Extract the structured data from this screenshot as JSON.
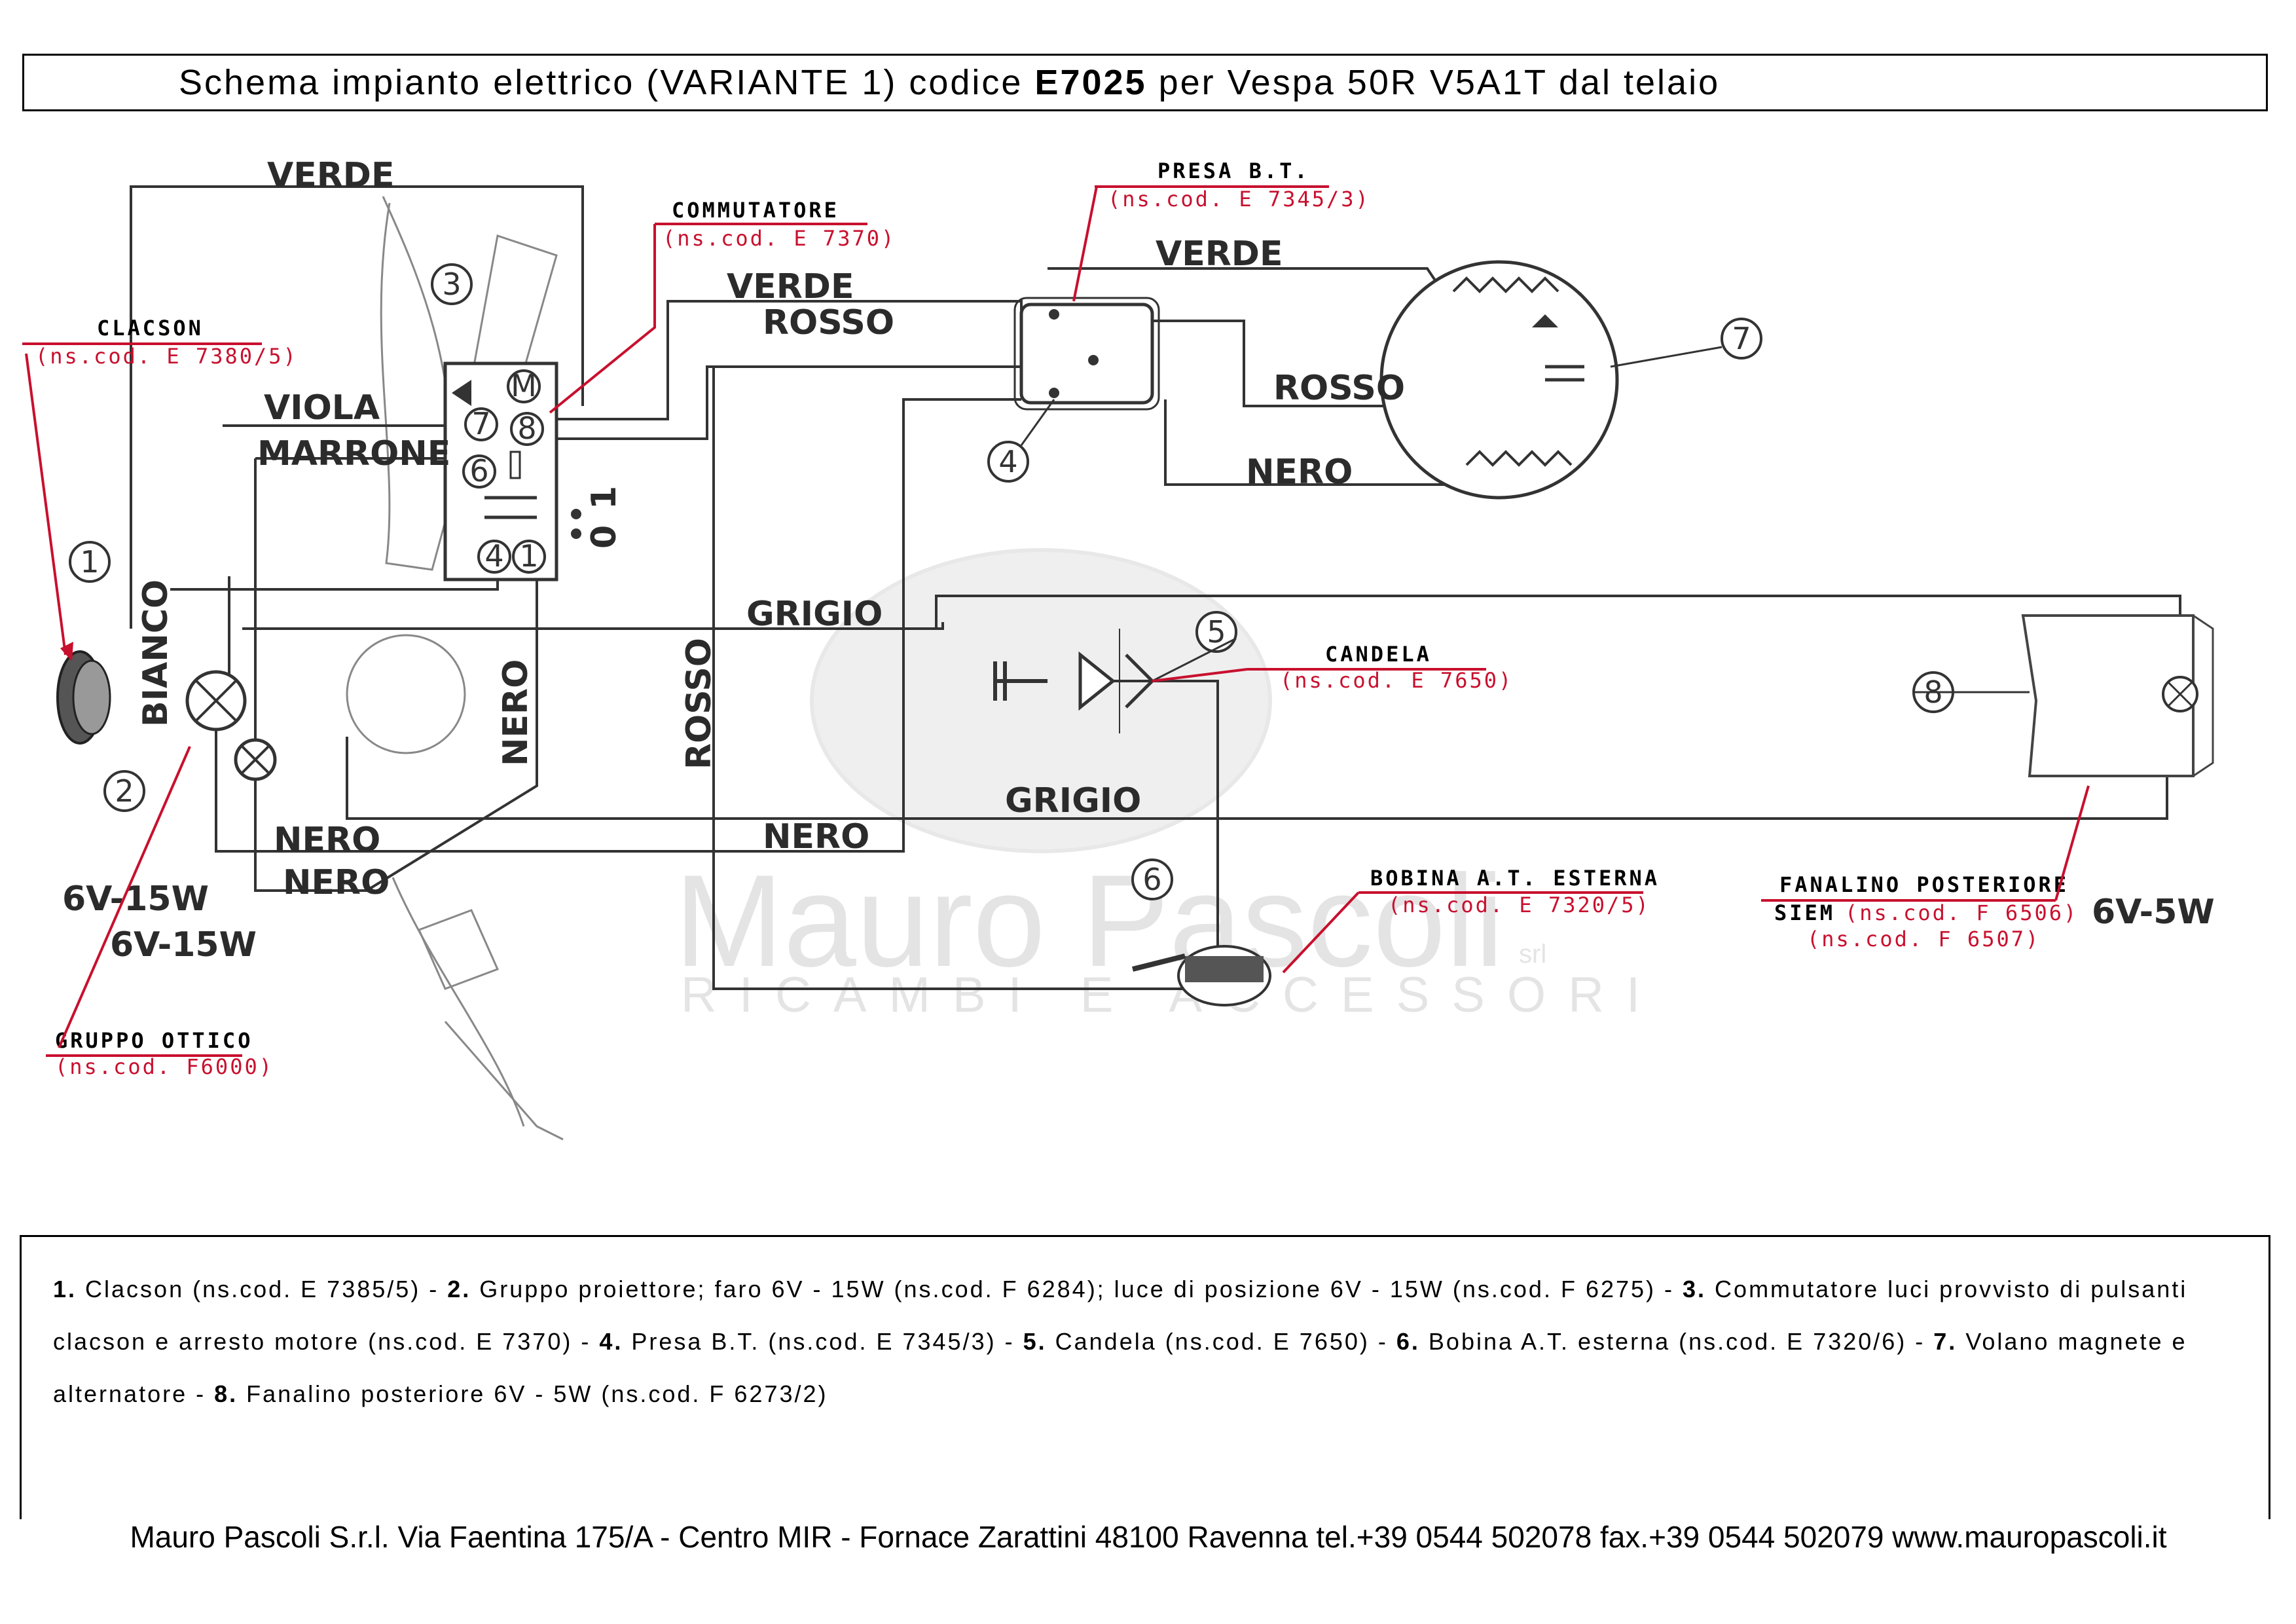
{
  "title": {
    "prefix": "Schema impianto elettrico (VARIANTE 1) codice ",
    "code": "E7025",
    "suffix": " per Vespa 50R V5A1T dal telaio"
  },
  "wire_labels": {
    "verde_top": "VERDE",
    "verde_mid": "VERDE",
    "verde_right": "VERDE",
    "rosso_mid": "ROSSO",
    "rosso_right": "ROSSO",
    "rosso_vertical": "ROSSO",
    "viola": "VIOLA",
    "marrone": "MARRONE",
    "nero_right": "NERO",
    "nero_vertical": "NERO",
    "nero_1": "NERO",
    "nero_2": "NERO",
    "nero_3": "NERO",
    "grigio_1": "GRIGIO",
    "grigio_2": "GRIGIO",
    "bianco": "BIANCO",
    "v15w_1": "6V-15W",
    "v15w_2": "6V-15W",
    "v5w": "6V-5W",
    "commutatore_on": "1",
    "commutatore_off": "0"
  },
  "callouts": {
    "clacson": {
      "name": "CLACSON",
      "code": "(ns.cod. E 7380/5)"
    },
    "commutatore": {
      "name": "COMMUTATORE",
      "code": "(ns.cod. E 7370)"
    },
    "presa_bt": {
      "name": "PRESA B.T.",
      "code": "(ns.cod. E 7345/3)"
    },
    "candela": {
      "name": "CANDELA",
      "code": "(ns.cod. E 7650)"
    },
    "bobina": {
      "name": "BOBINA A.T. ESTERNA",
      "code": "(ns.cod. E 7320/5)"
    },
    "gruppo_ottico": {
      "name": "GRUPPO OTTICO",
      "code": "(ns.cod. F6000)"
    },
    "fanalino": {
      "name": "FANALINO POSTERIORE",
      "siem": "SIEM",
      "code1": "(ns.cod. F 6506)",
      "code2": "(ns.cod. F 6507)"
    }
  },
  "markers": [
    "1",
    "2",
    "3",
    "4",
    "5",
    "6",
    "7",
    "8"
  ],
  "commutatore_terminals": [
    "M",
    "7",
    "8",
    "6",
    "4",
    "1"
  ],
  "legend": [
    {
      "num": "1.",
      "text": " Clacson (ns.cod. E 7385/5) - "
    },
    {
      "num": "2.",
      "text": " Gruppo proiettore; faro 6V - 15W (ns.cod. F 6284); luce di posizione 6V - 15W (ns.cod. F 6275) - "
    },
    {
      "num": "3.",
      "text": " Commutatore luci provvisto di pulsanti clacson e arresto motore (ns.cod. E 7370) - "
    },
    {
      "num": "4.",
      "text": " Presa B.T. (ns.cod. E 7345/3) - "
    },
    {
      "num": "5.",
      "text": " Candela (ns.cod. E 7650) - "
    },
    {
      "num": "6.",
      "text": " Bobina A.T. esterna (ns.cod. E 7320/6) - "
    },
    {
      "num": "7.",
      "text": " Volano magnete e alternatore - "
    },
    {
      "num": "8.",
      "text": " Fanalino posteriore 6V - 5W (ns.cod. F 6273/2)"
    }
  ],
  "watermark": {
    "brand": "Mauro Pascoli",
    "srl": "srl",
    "tagline": "RICAMBI E ACCESSORI"
  },
  "footer": "Mauro Pascoli S.r.l. Via Faentina 175/A - Centro MIR - Fornace Zarattini 48100 Ravenna tel.+39 0544 502078 fax.+39 0544 502079 www.mauropascoli.it"
}
